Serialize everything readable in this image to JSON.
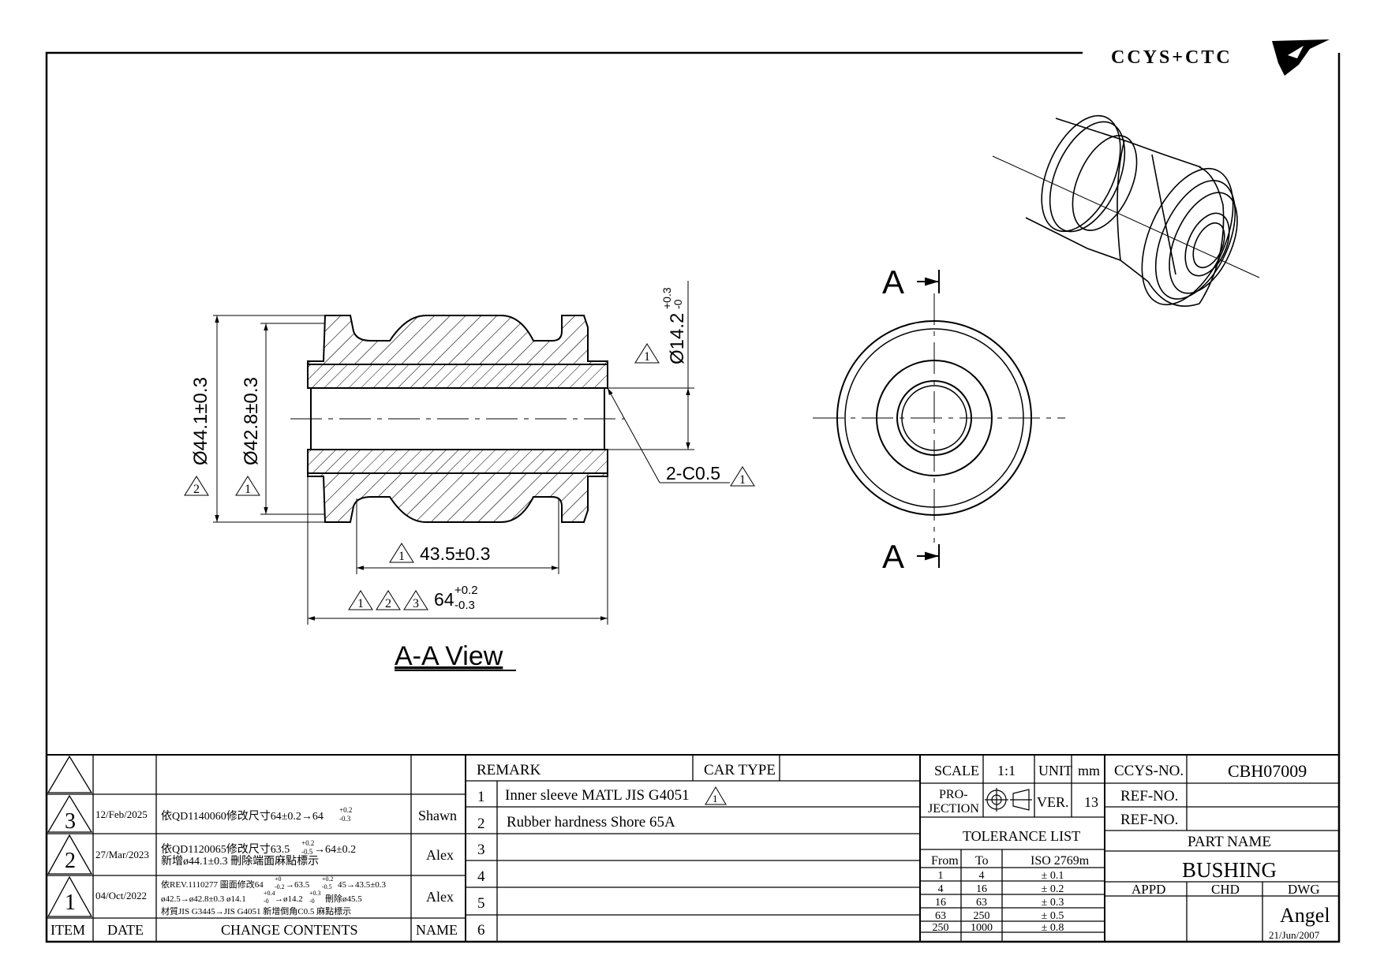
{
  "logo": {
    "text": "CCYS+CTC"
  },
  "view": {
    "section_label": "A",
    "title": "A-A View",
    "dims": {
      "d44": "Ø44.1±0.3",
      "d42": "Ø42.8±0.3",
      "d14_base": "Ø14.2",
      "d14_upper": "+0.3",
      "d14_lower": "-0",
      "chamfer": "2-C0.5",
      "len435": "43.5±0.3",
      "len64_base": "64",
      "len64_upper": "+0.2",
      "len64_lower": "-0.3"
    },
    "rev_marks": {
      "one": "1",
      "two": "2",
      "three": "3"
    }
  },
  "revision_table": {
    "headers": {
      "item": "ITEM",
      "date": "DATE",
      "contents": "CHANGE CONTENTS",
      "name": "NAME"
    },
    "rows": [
      {
        "item": "3",
        "date": "12/Feb/2025",
        "line1": "依QD1140060修改尺寸64±0.2→64",
        "line1_sup": "+0.2",
        "line1_sub": "-0.3",
        "name": "Shawn"
      },
      {
        "item": "2",
        "date": "27/Mar/2023",
        "line1": "依QD1120065修改尺寸63.5",
        "line1_sup": "+0.2",
        "line1_sub": "-0.5",
        "line1_tail": "→64±0.2",
        "line2": "新增ø44.1±0.3 刪除端面麻點標示",
        "name": "Alex"
      },
      {
        "item": "1",
        "date": "04/Oct/2022",
        "line1": "依REV.1110277 圖面修改64",
        "line1_sup": "+0",
        "line1_sub": "-0.2",
        "line1_tail": "→63.5",
        "line1_sup2": "+0.2",
        "line1_sub2": "-0.5",
        "line1_tail2": "45→43.5±0.3",
        "line2": "ø42.5→ø42.8±0.3  ø14.1",
        "line2_sup": "+0.4",
        "line2_sub": "-0",
        "line2_tail": "→ø14.2",
        "line2_sup2": "+0.3",
        "line2_sub2": "-0",
        "line2_tail2": "刪除ø45.5",
        "line3": "材質JIS G3445→JIS G4051 新增倒角C0.5 麻點標示",
        "name": "Alex"
      }
    ]
  },
  "remarks": {
    "header": "REMARK",
    "car_type": "CAR TYPE",
    "rows": [
      {
        "no": "1",
        "text": "Inner sleeve MATL JIS G4051"
      },
      {
        "no": "2",
        "text": "Rubber hardness Shore 65A"
      },
      {
        "no": "3",
        "text": ""
      },
      {
        "no": "4",
        "text": ""
      },
      {
        "no": "5",
        "text": ""
      },
      {
        "no": "6",
        "text": ""
      }
    ]
  },
  "info": {
    "scale_label": "SCALE",
    "scale": "1:1",
    "unit_label": "UNIT",
    "unit": "mm",
    "projection_line1": "PRO-",
    "projection_line2": "JECTION",
    "ver_label": "VER.",
    "ver": "13",
    "tolerance_title": "TOLERANCE LIST",
    "tol_headers": {
      "from": "From",
      "to": "To",
      "iso": "ISO 2769m"
    },
    "tolerances": [
      {
        "from": "1",
        "to": "4",
        "tol": "± 0.1"
      },
      {
        "from": "4",
        "to": "16",
        "tol": "± 0.2"
      },
      {
        "from": "16",
        "to": "63",
        "tol": "± 0.3"
      },
      {
        "from": "63",
        "to": "250",
        "tol": "± 0.5"
      },
      {
        "from": "250",
        "to": "1000",
        "tol": "± 0.8"
      }
    ]
  },
  "title_block": {
    "ccys_label": "CCYS-NO.",
    "ccys_no": "CBH07009",
    "ref_label1": "REF-NO.",
    "ref_label2": "REF-NO.",
    "part_name_label": "PART NAME",
    "part_name": "BUSHING",
    "appd": "APPD",
    "chd": "CHD",
    "dwg": "DWG",
    "drawer": "Angel",
    "date": "21/Jun/2007"
  }
}
